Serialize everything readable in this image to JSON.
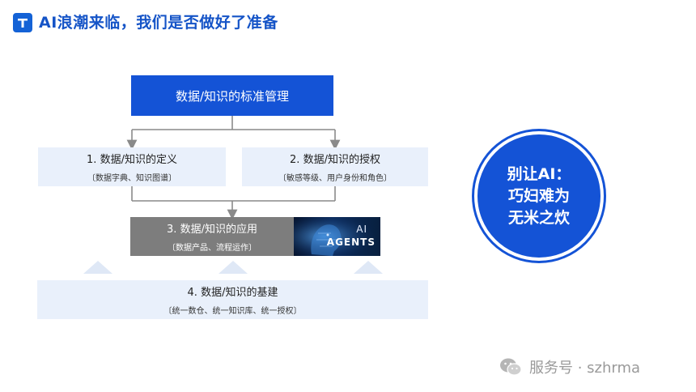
{
  "header": {
    "title": "AI浪潮来临，我们是否做好了准备"
  },
  "diagram": {
    "top": "数据/知识的标准管理",
    "box1": {
      "title": "1. 数据/知识的定义",
      "sub": "〔数据字典、知识图谱〕"
    },
    "box2": {
      "title": "2. 数据/知识的授权",
      "sub": "〔敏感等级、用户身份和角色〕"
    },
    "box3": {
      "title": "3. 数据/知识的应用",
      "sub": "〔数据产品、流程运作〕"
    },
    "box3_image": {
      "line1": "AI",
      "line2": "AGENTS"
    },
    "box4": {
      "title": "4. 数据/知识的基建",
      "sub": "〔统一数仓、统一知识库、统一授权〕"
    }
  },
  "callout": {
    "line1": "别让AI：",
    "line2": "巧妇难为",
    "line3": "无米之炊"
  },
  "watermark": {
    "text": "服务号 · szhrma"
  },
  "colors": {
    "primary": "#1453d6",
    "light_box": "#e9f0fb",
    "gray_box": "#7d7d7d",
    "arrow": "#8a8a8a"
  }
}
